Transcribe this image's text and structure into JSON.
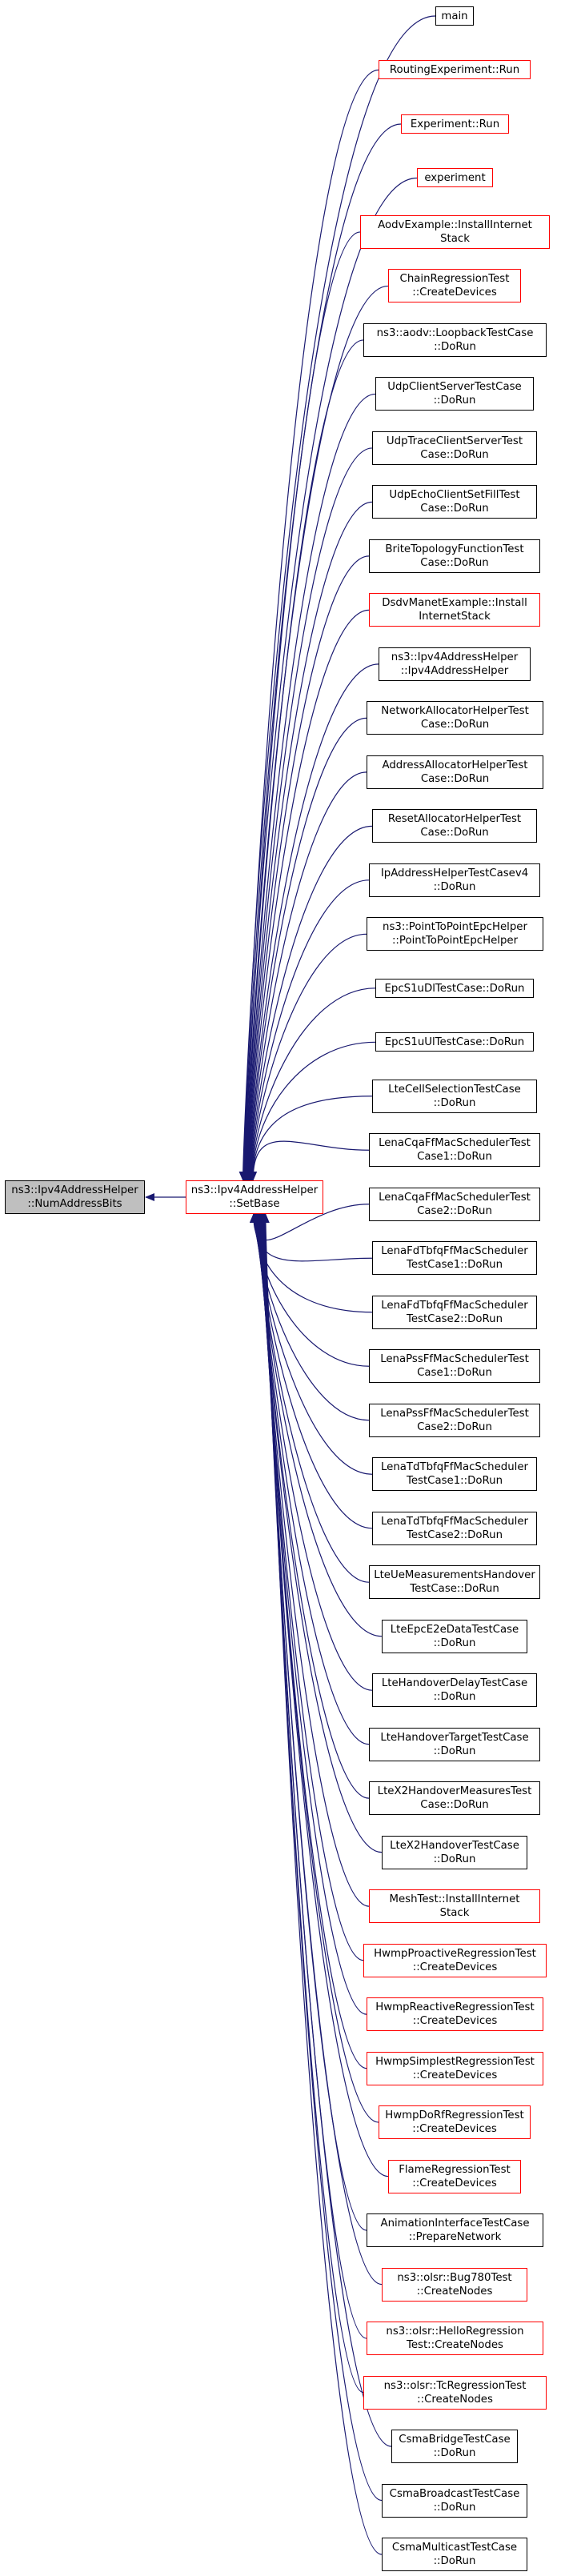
{
  "colors": {
    "edge": "#191970",
    "red_border": "#ff0000",
    "black_border": "#000000",
    "root_fill": "#bfbfbf"
  },
  "root": {
    "lines": [
      "ns3::Ipv4AddressHelper",
      "::NumAddressBits"
    ]
  },
  "hub": {
    "lines": [
      "ns3::Ipv4AddressHelper",
      "::SetBase"
    ],
    "style": "red"
  },
  "callers": [
    {
      "lines": [
        "main"
      ],
      "style": "black"
    },
    {
      "lines": [
        "RoutingExperiment::Run"
      ],
      "style": "red"
    },
    {
      "lines": [
        "Experiment::Run"
      ],
      "style": "red"
    },
    {
      "lines": [
        "experiment"
      ],
      "style": "red"
    },
    {
      "lines": [
        "AodvExample::InstallInternet",
        "Stack"
      ],
      "style": "red"
    },
    {
      "lines": [
        "ChainRegressionTest",
        "::CreateDevices"
      ],
      "style": "red"
    },
    {
      "lines": [
        "ns3::aodv::LoopbackTestCase",
        "::DoRun"
      ],
      "style": "black"
    },
    {
      "lines": [
        "UdpClientServerTestCase",
        "::DoRun"
      ],
      "style": "black"
    },
    {
      "lines": [
        "UdpTraceClientServerTest",
        "Case::DoRun"
      ],
      "style": "black"
    },
    {
      "lines": [
        "UdpEchoClientSetFillTest",
        "Case::DoRun"
      ],
      "style": "black"
    },
    {
      "lines": [
        "BriteTopologyFunctionTest",
        "Case::DoRun"
      ],
      "style": "black"
    },
    {
      "lines": [
        "DsdvManetExample::Install",
        "InternetStack"
      ],
      "style": "red"
    },
    {
      "lines": [
        "ns3::Ipv4AddressHelper",
        "::Ipv4AddressHelper"
      ],
      "style": "black"
    },
    {
      "lines": [
        "NetworkAllocatorHelperTest",
        "Case::DoRun"
      ],
      "style": "black"
    },
    {
      "lines": [
        "AddressAllocatorHelperTest",
        "Case::DoRun"
      ],
      "style": "black"
    },
    {
      "lines": [
        "ResetAllocatorHelperTest",
        "Case::DoRun"
      ],
      "style": "black"
    },
    {
      "lines": [
        "IpAddressHelperTestCasev4",
        "::DoRun"
      ],
      "style": "black"
    },
    {
      "lines": [
        "ns3::PointToPointEpcHelper",
        "::PointToPointEpcHelper"
      ],
      "style": "black"
    },
    {
      "lines": [
        "EpcS1uDlTestCase::DoRun"
      ],
      "style": "black"
    },
    {
      "lines": [
        "EpcS1uUlTestCase::DoRun"
      ],
      "style": "black"
    },
    {
      "lines": [
        "LteCellSelectionTestCase",
        "::DoRun"
      ],
      "style": "black"
    },
    {
      "lines": [
        "LenaCqaFfMacSchedulerTest",
        "Case1::DoRun"
      ],
      "style": "black"
    },
    {
      "lines": [
        "LenaCqaFfMacSchedulerTest",
        "Case2::DoRun"
      ],
      "style": "black"
    },
    {
      "lines": [
        "LenaFdTbfqFfMacScheduler",
        "TestCase1::DoRun"
      ],
      "style": "black"
    },
    {
      "lines": [
        "LenaFdTbfqFfMacScheduler",
        "TestCase2::DoRun"
      ],
      "style": "black"
    },
    {
      "lines": [
        "LenaPssFfMacSchedulerTest",
        "Case1::DoRun"
      ],
      "style": "black"
    },
    {
      "lines": [
        "LenaPssFfMacSchedulerTest",
        "Case2::DoRun"
      ],
      "style": "black"
    },
    {
      "lines": [
        "LenaTdTbfqFfMacScheduler",
        "TestCase1::DoRun"
      ],
      "style": "black"
    },
    {
      "lines": [
        "LenaTdTbfqFfMacScheduler",
        "TestCase2::DoRun"
      ],
      "style": "black"
    },
    {
      "lines": [
        "LteUeMeasurementsHandover",
        "TestCase::DoRun"
      ],
      "style": "black"
    },
    {
      "lines": [
        "LteEpcE2eDataTestCase",
        "::DoRun"
      ],
      "style": "black"
    },
    {
      "lines": [
        "LteHandoverDelayTestCase",
        "::DoRun"
      ],
      "style": "black"
    },
    {
      "lines": [
        "LteHandoverTargetTestCase",
        "::DoRun"
      ],
      "style": "black"
    },
    {
      "lines": [
        "LteX2HandoverMeasuresTest",
        "Case::DoRun"
      ],
      "style": "black"
    },
    {
      "lines": [
        "LteX2HandoverTestCase",
        "::DoRun"
      ],
      "style": "black"
    },
    {
      "lines": [
        "MeshTest::InstallInternet",
        "Stack"
      ],
      "style": "red"
    },
    {
      "lines": [
        "HwmpProactiveRegressionTest",
        "::CreateDevices"
      ],
      "style": "red"
    },
    {
      "lines": [
        "HwmpReactiveRegressionTest",
        "::CreateDevices"
      ],
      "style": "red"
    },
    {
      "lines": [
        "HwmpSimplestRegressionTest",
        "::CreateDevices"
      ],
      "style": "red"
    },
    {
      "lines": [
        "HwmpDoRfRegressionTest",
        "::CreateDevices"
      ],
      "style": "red"
    },
    {
      "lines": [
        "FlameRegressionTest",
        "::CreateDevices"
      ],
      "style": "red"
    },
    {
      "lines": [
        "AnimationInterfaceTestCase",
        "::PrepareNetwork"
      ],
      "style": "black"
    },
    {
      "lines": [
        "ns3::olsr::Bug780Test",
        "::CreateNodes"
      ],
      "style": "red"
    },
    {
      "lines": [
        "ns3::olsr::HelloRegression",
        "Test::CreateNodes"
      ],
      "style": "red"
    },
    {
      "lines": [
        "ns3::olsr::TcRegressionTest",
        "::CreateNodes"
      ],
      "style": "red"
    },
    {
      "lines": [
        "CsmaBridgeTestCase",
        "::DoRun"
      ],
      "style": "black"
    },
    {
      "lines": [
        "CsmaBroadcastTestCase",
        "::DoRun"
      ],
      "style": "black"
    },
    {
      "lines": [
        "CsmaMulticastTestCase",
        "::DoRun"
      ],
      "style": "black"
    }
  ]
}
